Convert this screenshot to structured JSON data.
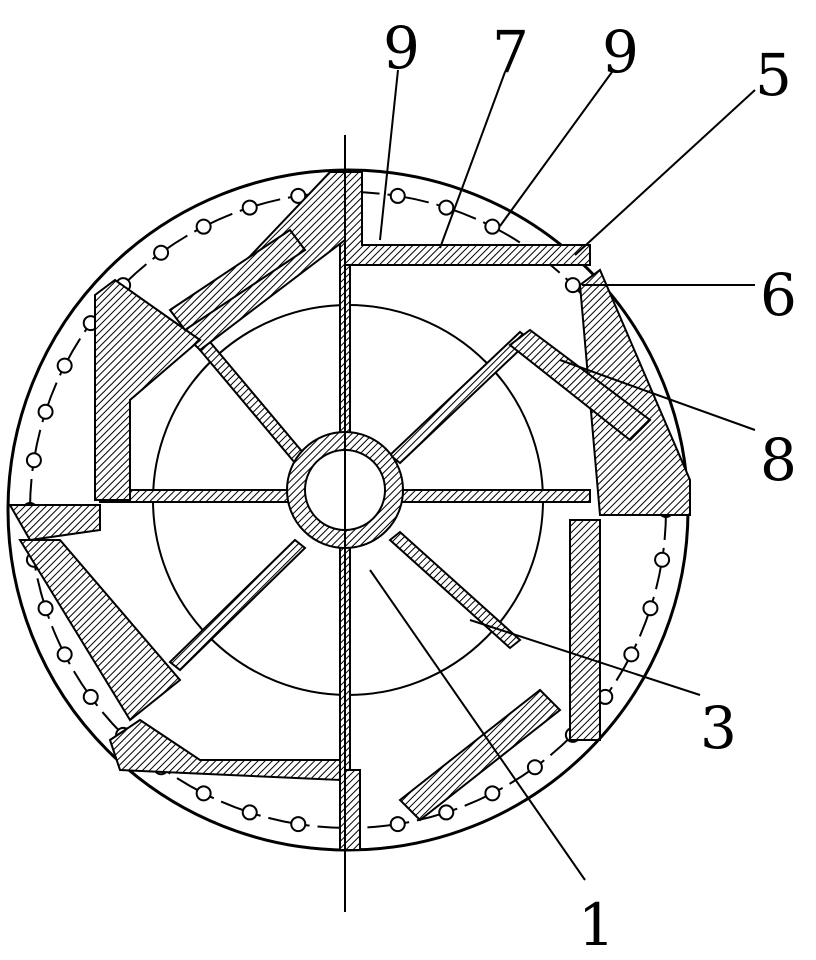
{
  "figure": {
    "labels": [
      {
        "id": "label-9-left",
        "text": "9"
      },
      {
        "id": "label-7",
        "text": "7"
      },
      {
        "id": "label-9-right",
        "text": "9"
      },
      {
        "id": "label-5",
        "text": "5"
      },
      {
        "id": "label-6",
        "text": "6"
      },
      {
        "id": "label-8",
        "text": "8"
      },
      {
        "id": "label-3",
        "text": "3"
      },
      {
        "id": "label-1",
        "text": "1"
      }
    ]
  }
}
